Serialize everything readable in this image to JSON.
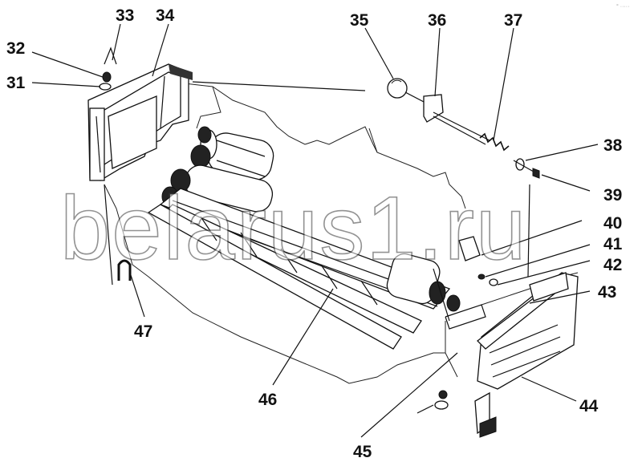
{
  "watermark": "belarus1.ru",
  "corner_mark": "° ·····",
  "callouts": [
    "31",
    "32",
    "33",
    "34",
    "35",
    "36",
    "37",
    "38",
    "39",
    "40",
    "41",
    "42",
    "43",
    "44",
    "45",
    "46",
    "47"
  ]
}
